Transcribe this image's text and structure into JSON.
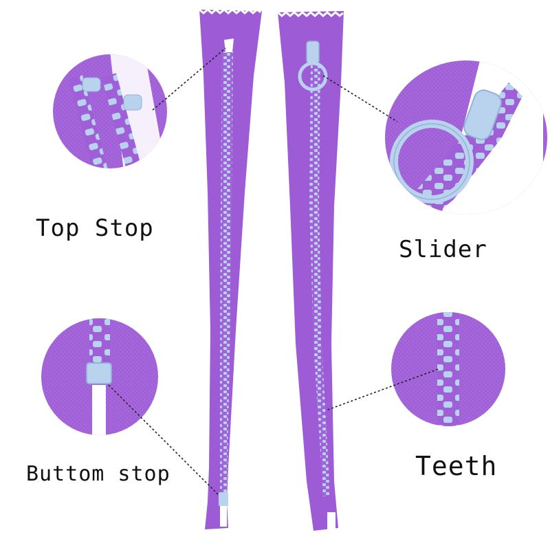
{
  "labels": {
    "top_stop": "Top Stop",
    "slider": "Slider",
    "bottom_stop": "Buttom stop",
    "teeth": "Teeth"
  },
  "colors": {
    "tape": "#9f5fd6",
    "tape_dark": "#8a49c4",
    "teeth": "#b9d3ee",
    "teeth_edge": "#93b2d6",
    "background": "#ffffff",
    "text": "#111111"
  }
}
